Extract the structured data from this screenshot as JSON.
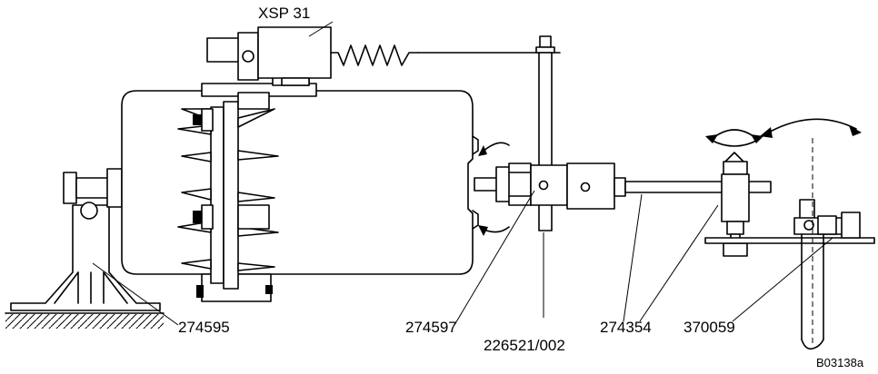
{
  "labels": {
    "switch": "XSP 31",
    "base_bracket": "274595",
    "coupling": "274597",
    "lever": "226521/002",
    "rod": "274354",
    "clamp": "370059",
    "ref": "B03138a"
  }
}
